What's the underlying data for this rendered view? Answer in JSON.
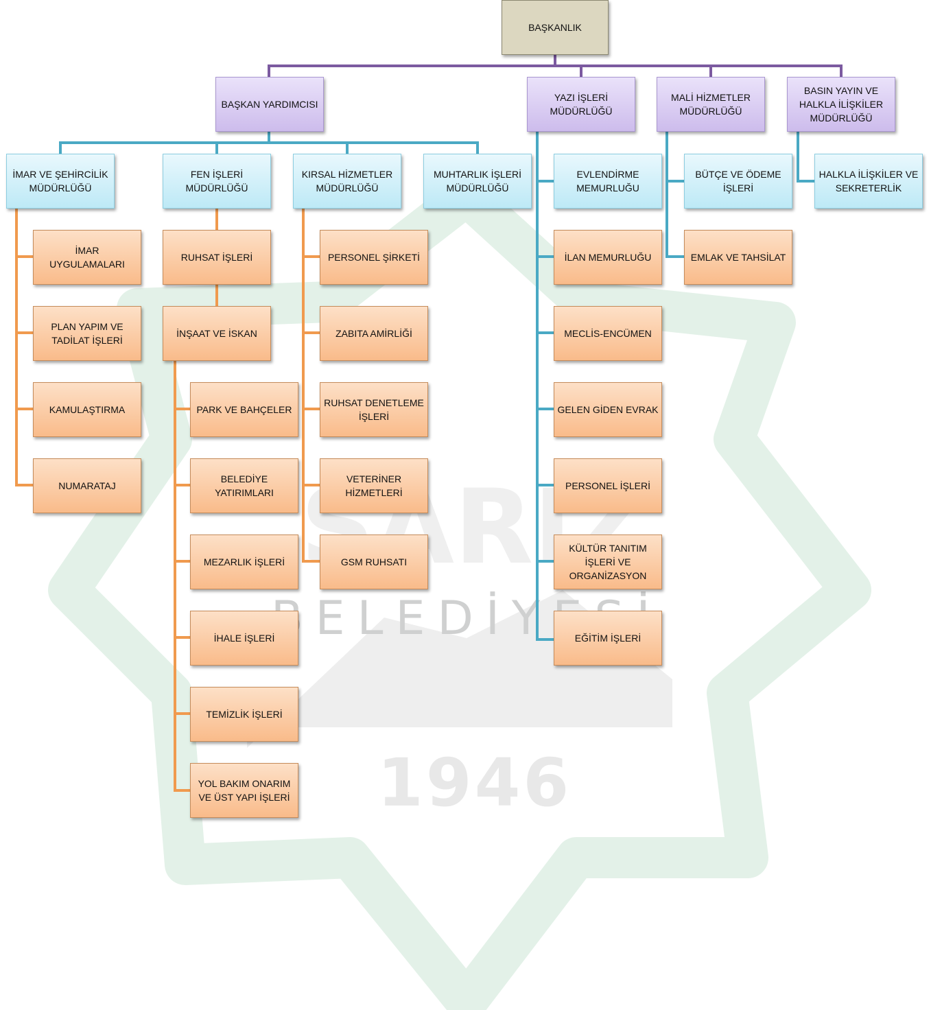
{
  "watermark": {
    "text": "BELEDİYESİ",
    "year": "1946",
    "name": "SARIZ"
  },
  "root": "BAŞKANLIK",
  "level1": [
    "BAŞKAN YARDIMCISI",
    "YAZI İŞLERİ MÜDÜRLÜĞÜ",
    "MALİ HİZMETLER MÜDÜRLÜĞÜ",
    "BASIN YAYIN VE HALKLA İLİŞKİLER MÜDÜRLÜĞÜ"
  ],
  "directorates": [
    "İMAR VE ŞEHİRCİLİK MÜDÜRLÜĞÜ",
    "FEN İŞLERİ MÜDÜRLÜĞÜ",
    "KIRSAL HİZMETLER MÜDÜRLÜĞÜ",
    "MUHTARLIK İŞLERİ MÜDÜRLÜĞÜ"
  ],
  "imar_units": [
    "İMAR UYGULAMALARI",
    "PLAN YAPIM VE TADİLAT İŞLERİ",
    "KAMULAŞTIRMA",
    "NUMARATAJ"
  ],
  "fen_units": [
    "RUHSAT İŞLERİ",
    "İNŞAAT VE İSKAN"
  ],
  "insaat_units": [
    "PARK VE BAHÇELER",
    "BELEDİYE YATIRIMLARI",
    "MEZARLIK İŞLERİ",
    "İHALE İŞLERİ",
    "TEMİZLİK İŞLERİ",
    "YOL BAKIM ONARIM VE ÜST YAPI İŞLERİ"
  ],
  "kirsal_units": [
    "PERSONEL ŞİRKETİ",
    "ZABITA AMİRLİĞİ",
    "RUHSAT DENETLEME İŞLERİ",
    "VETERİNER HİZMETLERİ",
    "GSM RUHSATI"
  ],
  "yazi_units": [
    "EVLENDİRME MEMURLUĞU",
    "İLAN MEMURLUĞU",
    "MECLİS-ENCÜMEN",
    "GELEN GİDEN EVRAK",
    "PERSONEL İŞLERİ",
    "KÜLTÜR  TANITIM İŞLERİ VE ORGANİZASYON",
    "EĞİTİM İŞLERİ"
  ],
  "mali_units": [
    "BÜTÇE VE ÖDEME İŞLERİ",
    "EMLAK VE TAHSİLAT"
  ],
  "basin_units": [
    "HALKLA İLİŞKİLER VE SEKRETERLİK"
  ]
}
